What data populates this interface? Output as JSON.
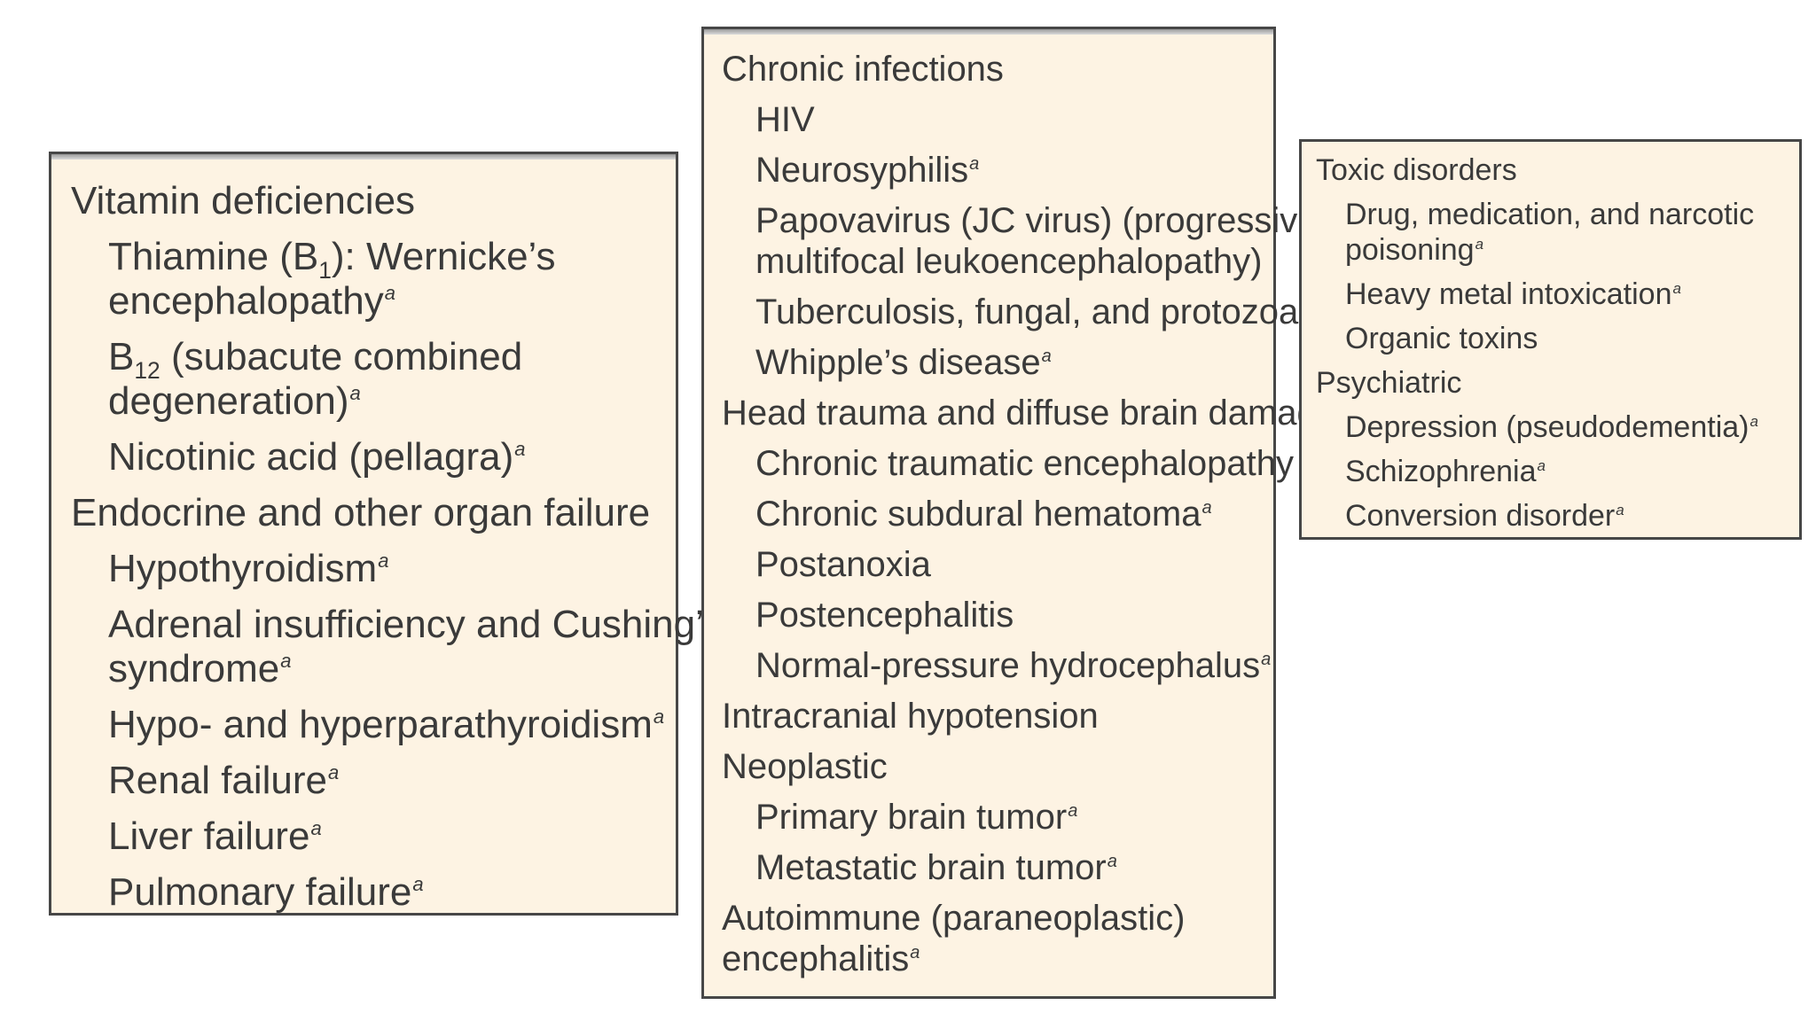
{
  "footnote_mark": "a",
  "left": {
    "l1": "Vitamin deficiencies",
    "l2a": "Thiamine (B",
    "l2sub": "1",
    "l2b": "): Wernicke’s",
    "l3": "encephalopathy",
    "l4a": "B",
    "l4sub": "12",
    "l4b": " (subacute combined",
    "l5": "degeneration)",
    "l6": "Nicotinic acid (pellagra)",
    "l7": "Endocrine and other organ failure",
    "l8": "Hypothyroidism",
    "l9": "Adrenal insufficiency and Cushing’s",
    "l10": "syndrome",
    "l11": "Hypo- and hyperparathyroidism",
    "l12": "Renal failure",
    "l13": "Liver failure",
    "l14": "Pulmonary failure"
  },
  "middle": {
    "m1": "Chronic infections",
    "m2": "HIV",
    "m3": "Neurosyphilis",
    "m4": "Papovavirus (JC virus) (progressive",
    "m5": "multifocal leukoencephalopathy)",
    "m6": "Tuberculosis, fungal, and protozoal",
    "m7": "Whipple’s disease",
    "m8": "Head trauma and diffuse brain damage",
    "m9": "Chronic traumatic encephalopathy",
    "m10": "Chronic subdural hematoma",
    "m11": "Postanoxia",
    "m12": "Postencephalitis",
    "m13": "Normal-pressure hydrocephalus",
    "m14": "Intracranial hypotension",
    "m15": "Neoplastic",
    "m16": "Primary brain tumor",
    "m17": "Metastatic brain tumor",
    "m18": "Autoimmune (paraneoplastic)",
    "m19": "encephalitis"
  },
  "right": {
    "r1": "Toxic disorders",
    "r2": "Drug, medication, and narcotic",
    "r3": "poisoning",
    "r4": "Heavy metal intoxication",
    "r5": "Organic toxins",
    "r6": "Psychiatric",
    "r7": "Depression (pseudodementia)",
    "r8": "Schizophrenia",
    "r9": "Conversion disorder"
  }
}
